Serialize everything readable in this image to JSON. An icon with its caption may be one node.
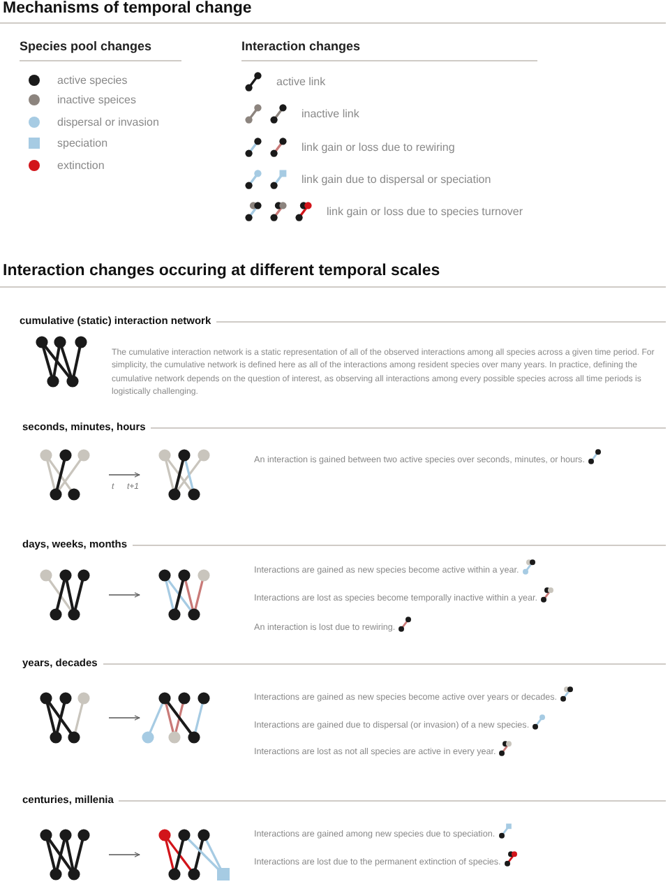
{
  "diagram": {
    "title": "Mechanisms of temporal change",
    "nodes": [
      {
        "text": [],
        "shape": "picture"
      },
      {
        "text": [],
        "shape": "picture"
      },
      {
        "text": [],
        "shape": "picture"
      },
      {
        "text": [],
        "shape": "picture"
      },
      {
        "text": [],
        "shape": "picture"
      },
      {
        "text": [],
        "shape": "picture"
      },
      {
        "text": [],
        "shape": "picture"
      },
      {
        "text": [],
        "shape": "picture"
      },
      {
        "text": [],
        "shape": "picture"
      }
    ],
    "edges": [
      {
        "from": 1,
        "to": 2,
        "arrow": "to"
      },
      {
        "from": 3,
        "to": 4,
        "arrow": "to"
      },
      {
        "from": 5,
        "to": 6,
        "arrow": "to"
      },
      {
        "from": 7,
        "to": 8,
        "arrow": "to"
      }
    ],
    "labels": [
      "Species pool changes",
      "Interaction changes",
      "Interaction changes occuring at different temporal scales",
      "cumulative (static) interaction network",
      "The cumulative interaction network is a static representation of all of the observed interactions among all species across a given time period. For simplicity, the cumulative network is defined here as all of the interactions among resident species over many years. In practice, defining the cumulative network depends on the question of interest, as observing all interactions among every possible species across all time periods is logistically challenging.",
      "seconds, minutes, hours",
      "t",
      "t+1",
      "An interaction is gained between two active species over seconds, minutes, or hours.",
      "days, weeks, months",
      "Interactions are gained as new species become active within a year.",
      "Interactions are lost as species become temporally inactive within a year.",
      "An interaction is lost due to rewiring.",
      "years, decades",
      "Interactions are gained as new species become active over years or decades.",
      "Interactions are gained due to dispersal (or invasion) of a new species.",
      "Interactions are lost as not all species are active in every year.",
      "centuries, millenia",
      "Interactions are gained among new species due to speciation.",
      "Interactions are lost due to the permanent extinction of species."
    ],
    "legend": [
      {
        "text": "active species",
        "color": "#1a1a1a"
      },
      {
        "text": "inactive speices",
        "color": "#8c847e"
      },
      {
        "text": "dispersal or invasion",
        "color": "#a6cbe3"
      },
      {
        "text": "speciation",
        "color": "#a6cbe3"
      },
      {
        "text": "extinction",
        "color": "#d2141a"
      },
      {
        "text": "active link"
      },
      {
        "text": "inactive link"
      },
      {
        "text": "link gain or loss due to rewiring"
      },
      {
        "text": "link gain due to dispersal or speciation"
      },
      {
        "text": "link gain or loss due to species turnover"
      }
    ]
  }
}
